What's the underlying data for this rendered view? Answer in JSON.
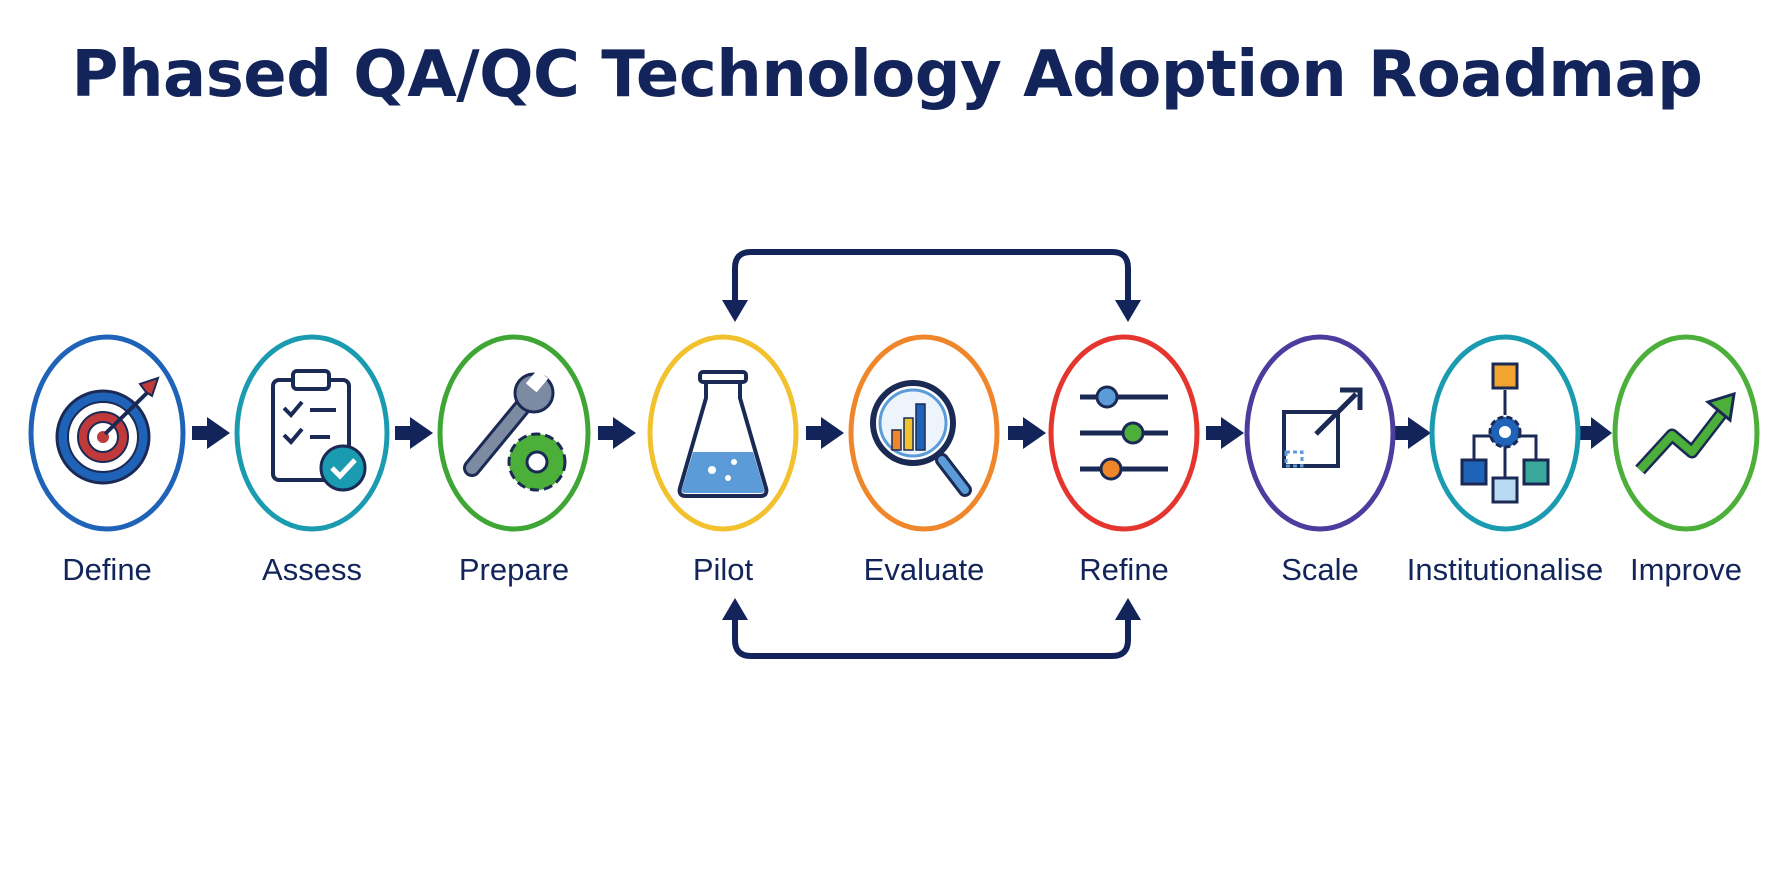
{
  "title": "Phased QA/QC Technology Adoption Roadmap",
  "phases": [
    {
      "label": "Define",
      "icon": "target-icon",
      "color": "#1f63b8"
    },
    {
      "label": "Assess",
      "icon": "clipboard-check-icon",
      "color": "#1a9bb0"
    },
    {
      "label": "Prepare",
      "icon": "wrench-gear-icon",
      "color": "#3fa535"
    },
    {
      "label": "Pilot",
      "icon": "flask-icon",
      "color": "#f2c12e"
    },
    {
      "label": "Evaluate",
      "icon": "magnifier-chart-icon",
      "color": "#f0862a"
    },
    {
      "label": "Refine",
      "icon": "sliders-icon",
      "color": "#e4362e"
    },
    {
      "label": "Scale",
      "icon": "scale-up-icon",
      "color": "#4b3d9e"
    },
    {
      "label": "Institutionalise",
      "icon": "network-hierarchy-icon",
      "color": "#1a9bb0"
    },
    {
      "label": "Improve",
      "icon": "trend-up-icon",
      "color": "#4caf3a"
    }
  ],
  "colors": {
    "title": "#12245a",
    "arrow": "#12245a"
  }
}
